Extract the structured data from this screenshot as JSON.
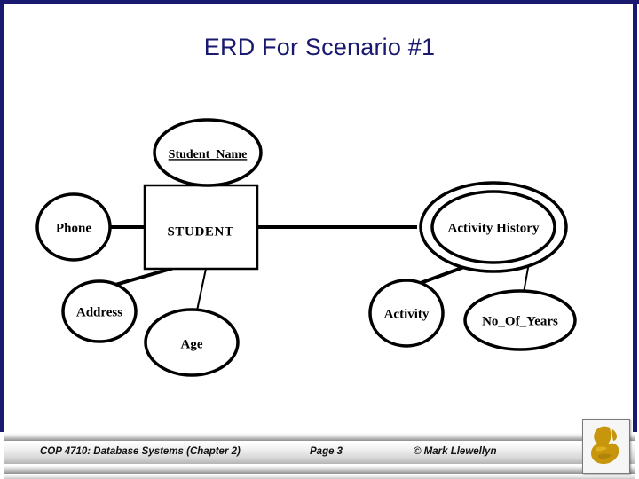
{
  "slide": {
    "title": "ERD For Scenario #1",
    "title_color": "#191970",
    "frame_color": "#191970",
    "background": "#ffffff"
  },
  "erd": {
    "diagram_type": "entity-relationship-diagram",
    "entities": [
      {
        "id": "student",
        "label": "STUDENT",
        "shape": "rectangle"
      }
    ],
    "attributes": [
      {
        "id": "student_name",
        "label": "Student_Name",
        "shape": "ellipse",
        "key": true,
        "owner": "student"
      },
      {
        "id": "phone",
        "label": "Phone",
        "shape": "ellipse",
        "key": false,
        "owner": "student"
      },
      {
        "id": "address",
        "label": "Address",
        "shape": "ellipse",
        "key": false,
        "owner": "student"
      },
      {
        "id": "age",
        "label": "Age",
        "shape": "ellipse",
        "key": false,
        "owner": "student"
      },
      {
        "id": "activity_history",
        "label": "Activity History",
        "shape": "double-ellipse",
        "key": false,
        "owner": "student"
      },
      {
        "id": "activity",
        "label": "Activity",
        "shape": "ellipse",
        "key": false,
        "owner": "activity_history"
      },
      {
        "id": "no_of_years",
        "label": "No_Of_Years",
        "shape": "ellipse",
        "key": false,
        "owner": "activity_history"
      }
    ],
    "connections": [
      {
        "from": "student_name",
        "to": "student"
      },
      {
        "from": "phone",
        "to": "student"
      },
      {
        "from": "address",
        "to": "student"
      },
      {
        "from": "age",
        "to": "student"
      },
      {
        "from": "student",
        "to": "activity_history"
      },
      {
        "from": "activity",
        "to": "activity_history"
      },
      {
        "from": "no_of_years",
        "to": "activity_history"
      }
    ],
    "stroke_color": "#000000"
  },
  "footer": {
    "course": "COP 4710: Database Systems  (Chapter 2)",
    "page": "Page 3",
    "copyright": "© Mark Llewellyn",
    "logo_name": "ucf-pegasus-logo",
    "logo_color": "#C8960C"
  }
}
